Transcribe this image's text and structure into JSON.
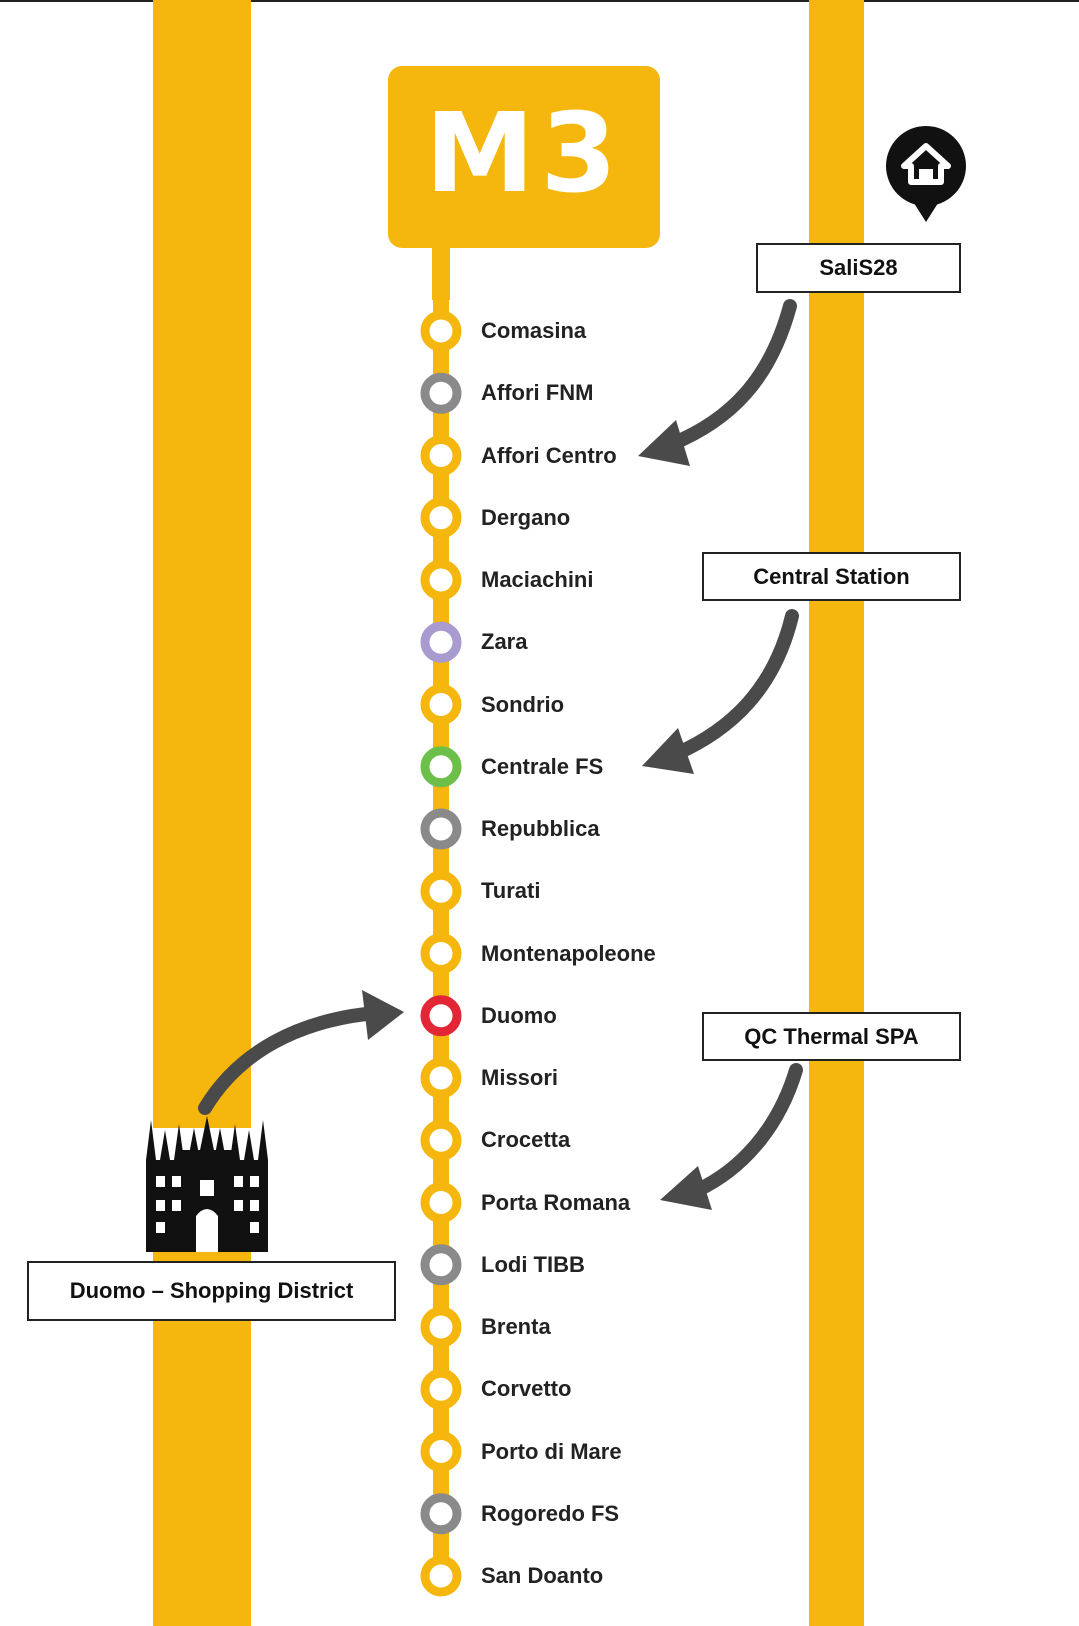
{
  "logo": {
    "text": "M3"
  },
  "stations": [
    {
      "name": "Comasina",
      "ring": "#F5B70D"
    },
    {
      "name": "Affori FNM",
      "ring": "#8A8A8A"
    },
    {
      "name": "Affori Centro",
      "ring": "#F5B70D"
    },
    {
      "name": "Dergano",
      "ring": "#F5B70D"
    },
    {
      "name": "Maciachini",
      "ring": "#F5B70D"
    },
    {
      "name": "Zara",
      "ring": "#A89BCF"
    },
    {
      "name": "Sondrio",
      "ring": "#F5B70D"
    },
    {
      "name": "Centrale FS",
      "ring": "#6CC04A"
    },
    {
      "name": "Repubblica",
      "ring": "#8A8A8A"
    },
    {
      "name": "Turati",
      "ring": "#F5B70D"
    },
    {
      "name": "Montenapoleone",
      "ring": "#F5B70D"
    },
    {
      "name": "Duomo",
      "ring": "#E32636"
    },
    {
      "name": "Missori",
      "ring": "#F5B70D"
    },
    {
      "name": "Crocetta",
      "ring": "#F5B70D"
    },
    {
      "name": "Porta Romana",
      "ring": "#F5B70D"
    },
    {
      "name": "Lodi TIBB",
      "ring": "#8A8A8A"
    },
    {
      "name": "Brenta",
      "ring": "#F5B70D"
    },
    {
      "name": "Corvetto",
      "ring": "#F5B70D"
    },
    {
      "name": "Porto di Mare",
      "ring": "#F5B70D"
    },
    {
      "name": "Rogoredo FS",
      "ring": "#8A8A8A"
    },
    {
      "name": "San Doanto",
      "ring": "#F5B70D"
    }
  ],
  "callouts": {
    "salis": "SaliS28",
    "central": "Central Station",
    "qc": "QC Thermal SPA",
    "duomo": "Duomo – Shopping District"
  },
  "icons": {
    "home": "home-location-pin-icon",
    "cathedral": "cathedral-icon"
  },
  "colors": {
    "line": "#F5B70D",
    "arrow": "#4A4A4A",
    "text": "#222222"
  }
}
